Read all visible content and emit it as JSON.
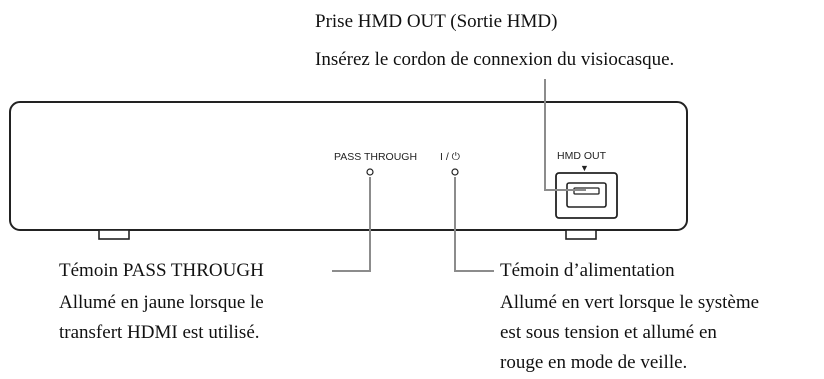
{
  "colors": {
    "outline": "#222222",
    "leader": "#8c8c8c"
  },
  "panel": {
    "pass_through_label": "PASS THROUGH",
    "power_label": "I / ⏻",
    "hmd_out_label": "HMD OUT",
    "hmd_arrow": "▼"
  },
  "callouts": {
    "hmd_out": {
      "title": "Prise HMD OUT (Sortie HMD)",
      "description": "Insérez le cordon de connexion du visiocasque."
    },
    "pass_through": {
      "title": "Témoin PASS THROUGH",
      "description_lines": [
        "Allumé en jaune lorsque le",
        "transfert HDMI est utilisé."
      ]
    },
    "power": {
      "title": "Témoin d’alimentation",
      "description_lines": [
        "Allumé en vert lorsque le système",
        "est sous tension et allumé en",
        "rouge en mode de veille."
      ]
    }
  }
}
